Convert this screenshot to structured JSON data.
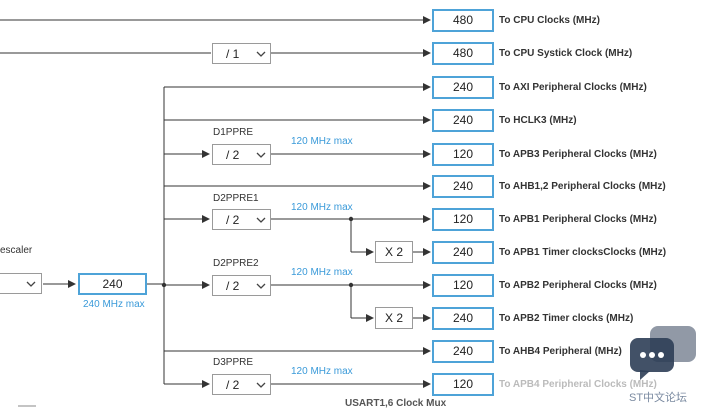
{
  "outputs": [
    {
      "value": "480",
      "label": "To CPU Clocks (MHz)"
    },
    {
      "value": "480",
      "label": "To CPU Systick Clock (MHz)"
    },
    {
      "value": "240",
      "label": "To AXI Peripheral Clocks (MHz)"
    },
    {
      "value": "240",
      "label": "To HCLK3 (MHz)"
    },
    {
      "value": "120",
      "label": "To APB3 Peripheral Clocks (MHz)"
    },
    {
      "value": "240",
      "label": "To AHB1,2 Peripheral Clocks (MHz)"
    },
    {
      "value": "120",
      "label": "To APB1 Peripheral Clocks (MHz)"
    },
    {
      "value": "240",
      "label": "To APB1 Timer clocksClocks (MHz)"
    },
    {
      "value": "120",
      "label": "To APB2 Peripheral Clocks (MHz)"
    },
    {
      "value": "240",
      "label": "To APB2 Timer clocks (MHz)"
    },
    {
      "value": "240",
      "label": "To AHB4 Peripheral (MHz)"
    },
    {
      "value": "120",
      "label": "To APB4 Peripheral Clocks (MHz)"
    }
  ],
  "prescalers": {
    "systick": {
      "value": "/ 1"
    },
    "d1ppre": {
      "title": "D1PPRE",
      "value": "/ 2",
      "max": "120 MHz max"
    },
    "d2ppre1": {
      "title": "D2PPRE1",
      "value": "/ 2",
      "max": "120 MHz max"
    },
    "d2ppre2": {
      "title": "D2PPRE2",
      "value": "/ 2",
      "max": "120 MHz max"
    },
    "d3ppre": {
      "title": "D3PPRE",
      "value": "/ 2",
      "max": "120 MHz max"
    }
  },
  "multipliers": {
    "apb1_timer": "X 2",
    "apb2_timer": "X 2"
  },
  "left_prescaler": {
    "label": "escaler"
  },
  "sys_bus": {
    "value": "240",
    "max": "240 MHz max"
  },
  "footer": {
    "usart_mux": "USART1,6 Clock Mux"
  },
  "watermark": {
    "text": "ST中文论坛"
  },
  "colors": {
    "accent_border": "#4ea3d8",
    "max_note": "#3a9ad9",
    "wire": "#333333"
  }
}
